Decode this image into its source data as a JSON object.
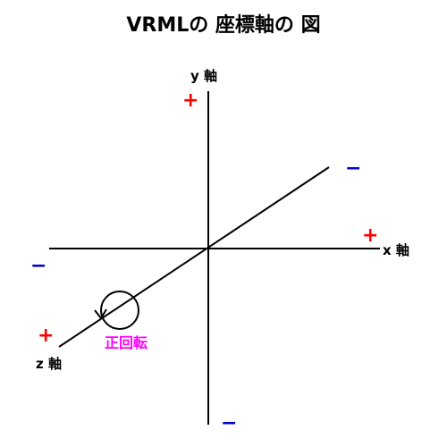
{
  "diagram": {
    "title": "VRMLの 座標軸の 図",
    "axes": {
      "y_label": "y 軸",
      "x_label": "x 軸",
      "z_label": "z 軸"
    },
    "signs": {
      "y_plus": "+",
      "y_minus": "−",
      "x_plus": "+",
      "x_minus": "−",
      "z_plus": "+",
      "z_minus": "−"
    },
    "rotation_label": "正回転",
    "colors": {
      "axis": "#000000",
      "plus": "#ff0000",
      "minus": "#0000cc",
      "rotation": "#ff00ff"
    }
  }
}
